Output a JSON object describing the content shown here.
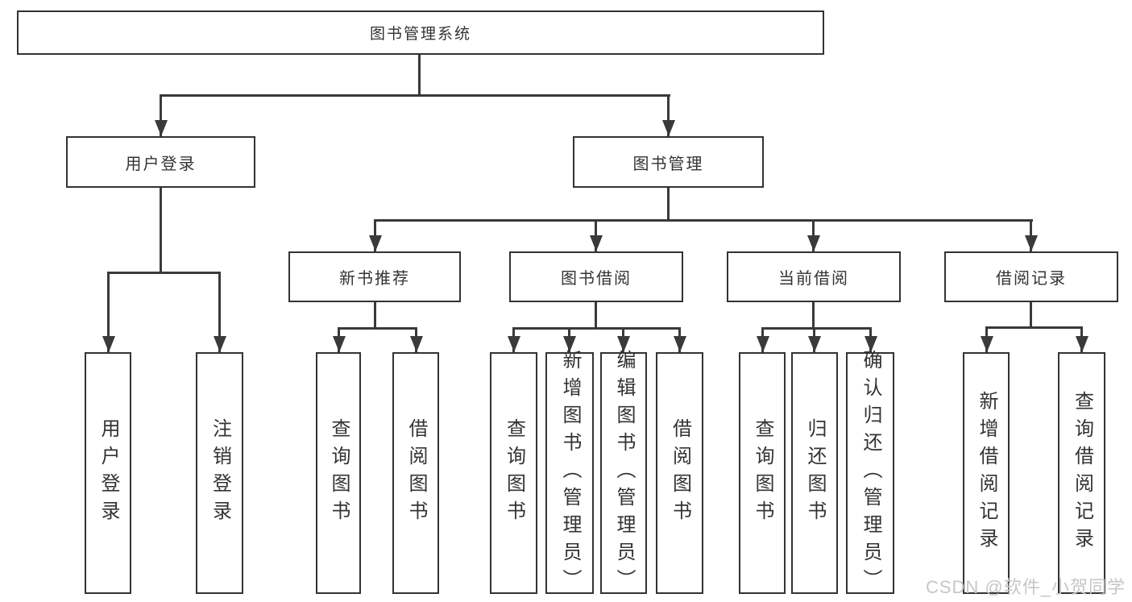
{
  "diagram": {
    "root": {
      "label": "图书管理系统"
    },
    "branches": [
      {
        "label": "用户登录",
        "children": [
          {
            "label": "用户登录"
          },
          {
            "label": "注销登录"
          }
        ]
      },
      {
        "label": "图书管理",
        "sections": [
          {
            "label": "新书推荐",
            "children": [
              {
                "label": "查询图书"
              },
              {
                "label": "借阅图书"
              }
            ]
          },
          {
            "label": "图书借阅",
            "children": [
              {
                "label": "查询图书"
              },
              {
                "label": "新增图书（管理员）"
              },
              {
                "label": "编辑图书（管理员）"
              },
              {
                "label": "借阅图书"
              }
            ]
          },
          {
            "label": "当前借阅",
            "children": [
              {
                "label": "查询图书"
              },
              {
                "label": "归还图书"
              },
              {
                "label": "确认归还（管理员）"
              }
            ]
          },
          {
            "label": "借阅记录",
            "children": [
              {
                "label": "新增借阅记录"
              },
              {
                "label": "查询借阅记录"
              }
            ]
          }
        ]
      }
    ]
  },
  "watermark": {
    "text": "CSDN @软件_小贺同学"
  },
  "colors": {
    "line": "#3a3a3a",
    "box_border": "#333333",
    "text": "#333333",
    "watermark": "#c6c6c6",
    "background": "#ffffff"
  }
}
